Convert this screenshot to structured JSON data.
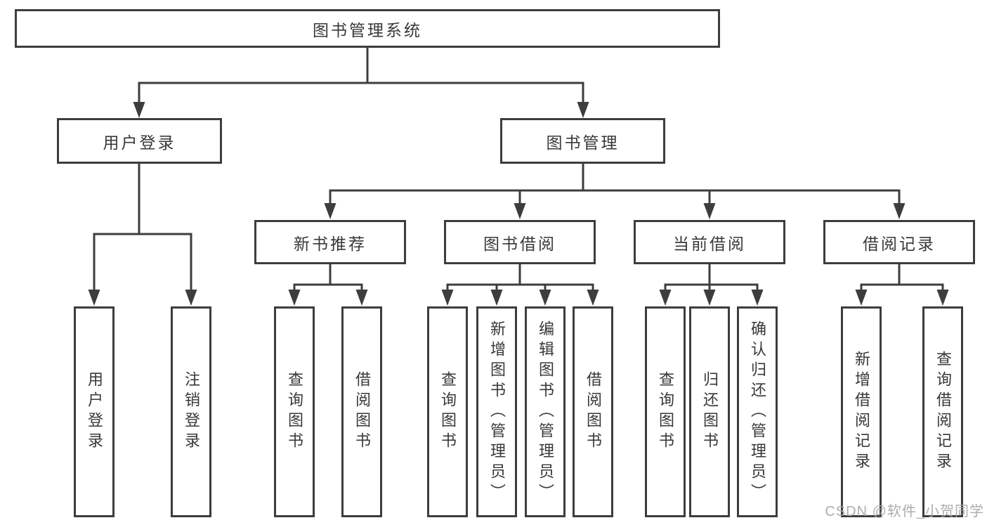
{
  "root": {
    "label": "图书管理系统"
  },
  "branches": [
    {
      "label": "用户登录",
      "children": [
        {
          "label": "用户登录"
        },
        {
          "label": "注销登录"
        }
      ]
    },
    {
      "label": "图书管理",
      "children": [
        {
          "label": "新书推荐",
          "children": [
            {
              "label": "查询图书"
            },
            {
              "label": "借阅图书"
            }
          ]
        },
        {
          "label": "图书借阅",
          "children": [
            {
              "label": "查询图书"
            },
            {
              "label": "新增图书（管理员）"
            },
            {
              "label": "编辑图书（管理员）"
            },
            {
              "label": "借阅图书"
            }
          ]
        },
        {
          "label": "当前借阅",
          "children": [
            {
              "label": "查询图书"
            },
            {
              "label": "归还图书"
            },
            {
              "label": "确认归还（管理员）"
            }
          ]
        },
        {
          "label": "借阅记录",
          "children": [
            {
              "label": "新增借阅记录"
            },
            {
              "label": "查询借阅记录"
            }
          ]
        }
      ]
    }
  ],
  "watermark": "CSDN @软件_小贺同学",
  "colors": {
    "line": "#3d3d3d",
    "text": "#383838",
    "background": "#ffffff",
    "watermark": "#a4a4a4"
  }
}
